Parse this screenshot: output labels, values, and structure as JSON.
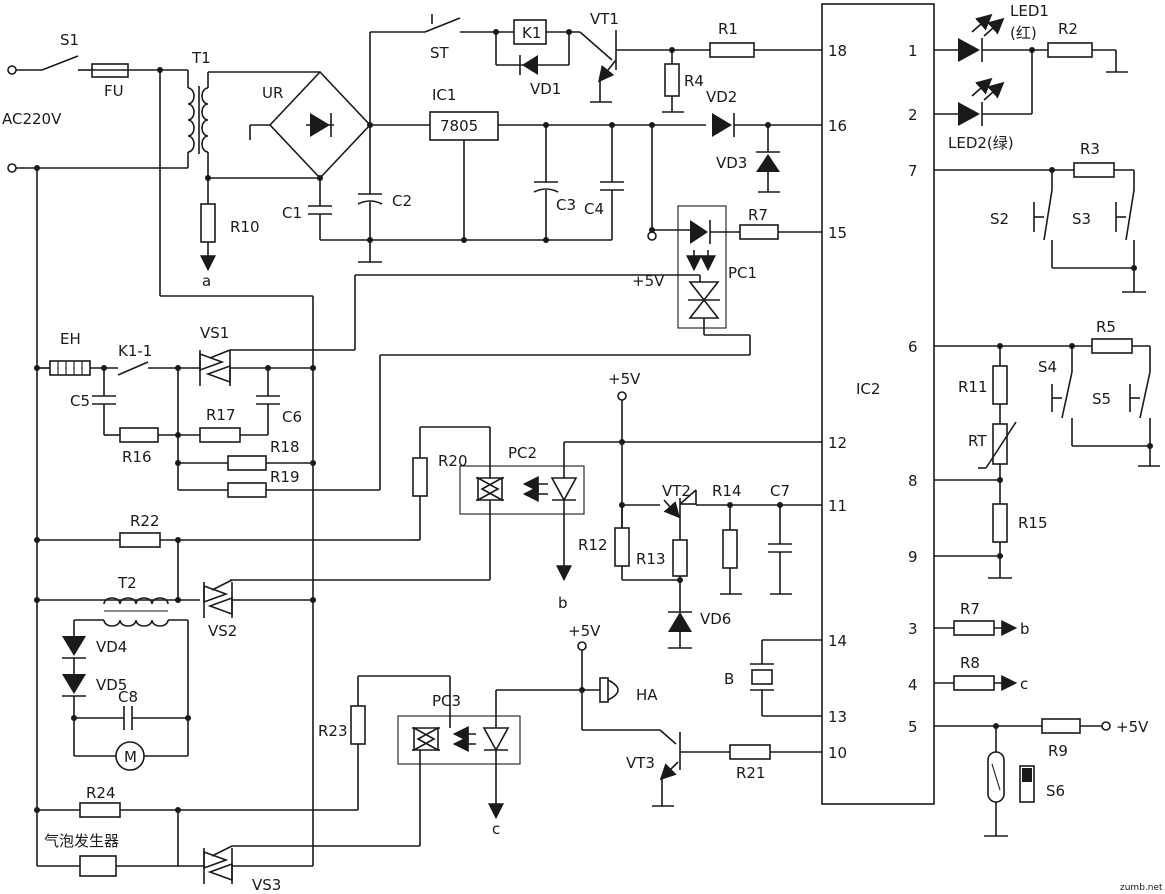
{
  "labels": {
    "s1": "S1",
    "fu": "FU",
    "t1": "T1",
    "ac": "AC220V",
    "ur": "UR",
    "st": "ST",
    "k1": "K1",
    "vt1": "VT1",
    "vd1": "VD1",
    "r1": "R1",
    "r4": "R4",
    "ic1": "IC1",
    "ic1_part": "7805",
    "vd2": "VD2",
    "vd3": "VD3",
    "c1": "C1",
    "c2": "C2",
    "c3": "C3",
    "c4": "C4",
    "r10": "R10",
    "a": "a",
    "r7": "R7",
    "pc1": "PC1",
    "p5v": "+5V",
    "eh": "EH",
    "k11": "K1-1",
    "vs1": "VS1",
    "c5": "C5",
    "c6": "C6",
    "r16": "R16",
    "r17": "R17",
    "r18": "R18",
    "r19": "R19",
    "r20": "R20",
    "pc2": "PC2",
    "r22": "R22",
    "t2": "T2",
    "vs2": "VS2",
    "vd4": "VD4",
    "vd5": "VD5",
    "c8": "C8",
    "motor": "M",
    "r23": "R23",
    "pc3": "PC3",
    "r24": "R24",
    "bubble": "气泡发生器",
    "vs3": "VS3",
    "vt2": "VT2",
    "r14": "R14",
    "c7": "C7",
    "r12": "R12",
    "r13": "R13",
    "vd6": "VD6",
    "b": "b",
    "c": "c",
    "ha": "HA",
    "vt3": "VT3",
    "r21": "R21",
    "bcrys": "B",
    "ic2": "IC2",
    "led1": "LED1",
    "led1c": "(红)",
    "led2": "LED2(绿)",
    "r2": "R2",
    "r3": "R3",
    "s2": "S2",
    "s3": "S3",
    "r5": "R5",
    "s4": "S4",
    "s5": "S5",
    "r11": "R11",
    "rt": "RT",
    "r15": "R15",
    "r7b": "R7",
    "r8": "R8",
    "r9": "R9",
    "s6": "S6",
    "watermark": "zumb.net"
  },
  "pins_right": [
    "18",
    "16",
    "15",
    "12",
    "11",
    "14",
    "13",
    "10"
  ],
  "pins_left": [
    "1",
    "2",
    "7",
    "6",
    "8",
    "9",
    "3",
    "4",
    "5"
  ]
}
